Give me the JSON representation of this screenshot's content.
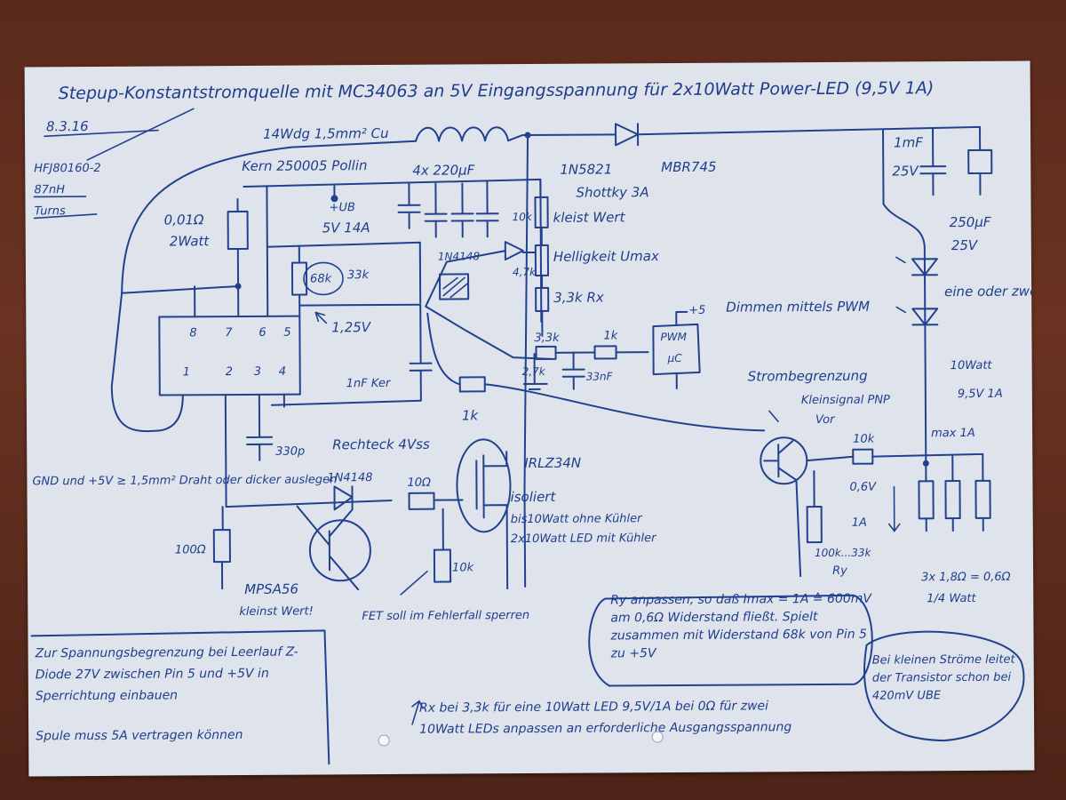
{
  "sheet": {
    "title": "Stepup-Konstantstromquelle mit MC34063 an 5V Eingangsspannung für 2x10Watt Power-LED (9,5V 1A)",
    "date": "8.3.16"
  },
  "labels": {
    "core_type": "HFJ80160-2",
    "al_value": "87nH",
    "turns": "Turns",
    "coil": "14Wdg 1,5mm² Cu",
    "core_source": "Kern 250005 Pollin",
    "input_caps": "4x 220µF",
    "shunt_value": "0,01Ω",
    "shunt_power": "2Watt",
    "supply": "+UB",
    "supply_rating": "5V 14A",
    "r68": "68k",
    "r33": "33k",
    "vref": "1,25V",
    "timing_cap_note": "1nF Ker",
    "timing_cap": "330p",
    "diode_main": "1N5821",
    "diode_alt": "MBR745",
    "diode_note": "Shottky 3A",
    "out_cap1": "1mF",
    "out_cap1_v": "25V",
    "out_cap2": "250µF",
    "out_cap2_v": "25V",
    "r10k_top": "10k",
    "r10k_note": "kleist Wert",
    "diode_1n4148": "1N4148",
    "r47k": "4,7k",
    "brightness": "Helligkeit Umax",
    "rx": "3,3k Rx",
    "r33k_pwm": "3,3k",
    "r1k_pwm": "1k",
    "r27k": "2,7k",
    "c33nf": "33nF",
    "plus5": "+5",
    "pwm": "PWM",
    "uc": "µC",
    "dimming": "Dimmen mittels PWM",
    "r1k_gate": "1k",
    "square": "Rechteck 4Vss",
    "diode_gate": "1N4148",
    "r10ohm": "10Ω",
    "mosfet": "IRLZ34N",
    "isolated": "isoliert",
    "no_heatsink": "bis10Watt ohne Kühler",
    "with_heatsink": "2x10Watt LED mit Kühler",
    "r10k_gate": "10k",
    "r100": "100Ω",
    "mpsa": "MPSA56",
    "mpsa_note": "kleinst Wert!",
    "fet_note": "FET soll im Fehlerfall sperren",
    "gnd_note": "GND und +5V ≥ 1,5mm² Draht oder dicker auslegen",
    "current_limit": "Strombegrenzung",
    "pnp": "Kleinsignal PNP",
    "pnp_sub": "Vor",
    "r10k_pnp": "10k",
    "v06": "0,6V",
    "a1": "1A",
    "rtrim": "100k...33k",
    "ry": "Ry",
    "led_note": "eine oder zwei PowerLEDs",
    "led_rating": "10Watt",
    "led_v": "9,5V 1A",
    "max_current": "max 1A",
    "sense": "3x 1,8Ω = 0,6Ω",
    "sense_power": "1/4 Watt",
    "ic_pins_top": [
      "8",
      "7",
      "6",
      "5"
    ],
    "ic_pins_bottom": [
      "1",
      "2",
      "3",
      "4"
    ]
  },
  "notes": {
    "ry": "Ry anpassen, so daß Imax = 1A ≙ 600mV am 0,6Ω Widerstand fließt. Spielt zusammen mit Widerstand 68k von Pin 5 zu +5V",
    "temp": "Bei kleinen Ströme leitet der Transistor schon bei 420mV UBE",
    "zener": "Zur Spannungsbegrenzung bei Leerlauf Z-Diode 27V zwischen Pin 5 und +5V in Sperrichtung einbauen",
    "coil": "Spule muss 5A vertragen können",
    "rx": "Rx bei 3,3k für eine 10Watt LED 9,5V/1A bei 0Ω für zwei 10Watt LEDs anpassen an erforderliche Ausgangsspannung"
  }
}
